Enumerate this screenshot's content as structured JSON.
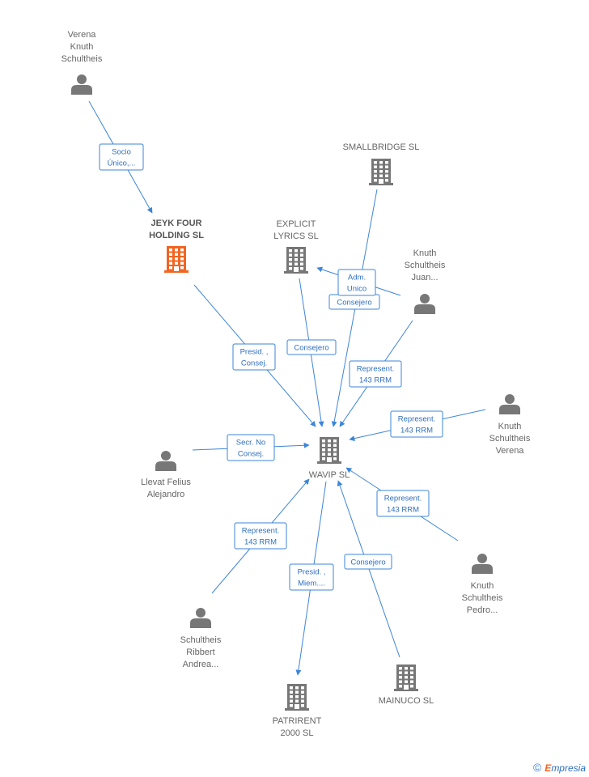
{
  "nodes": [
    {
      "id": "verena",
      "type": "person",
      "lines": [
        "Verena",
        "Knuth",
        "Schultheis"
      ]
    },
    {
      "id": "jeyk",
      "type": "company-main",
      "lines": [
        "JEYK FOUR",
        "HOLDING SL"
      ]
    },
    {
      "id": "smallbridge",
      "type": "company",
      "lines": [
        "SMALLBRIDGE SL"
      ]
    },
    {
      "id": "explicit",
      "type": "company",
      "lines": [
        "EXPLICIT",
        "LYRICS SL"
      ]
    },
    {
      "id": "knuth_juan",
      "type": "person",
      "lines": [
        "Knuth",
        "Schultheis",
        "Juan..."
      ]
    },
    {
      "id": "knuth_verena",
      "type": "person",
      "lines": [
        "Knuth",
        "Schultheis",
        "Verena"
      ]
    },
    {
      "id": "wavip",
      "type": "company",
      "lines": [
        "WAVIP SL"
      ]
    },
    {
      "id": "llevat",
      "type": "person",
      "lines": [
        "Llevat Felius",
        "Alejandro"
      ]
    },
    {
      "id": "knuth_pedro",
      "type": "person",
      "lines": [
        "Knuth",
        "Schultheis",
        "Pedro..."
      ]
    },
    {
      "id": "ribbert",
      "type": "person",
      "lines": [
        "Schultheis",
        "Ribbert",
        "Andrea..."
      ]
    },
    {
      "id": "patrirent",
      "type": "company",
      "lines": [
        "PATRIRENT",
        "2000 SL"
      ]
    },
    {
      "id": "mainuco",
      "type": "company",
      "lines": [
        "MAINUCO SL"
      ]
    }
  ],
  "edges": [
    {
      "from": "verena",
      "to": "jeyk",
      "label": [
        "Socio",
        "Único,..."
      ]
    },
    {
      "from": "jeyk",
      "to": "wavip",
      "label": [
        "Presid. ,",
        "Consej."
      ]
    },
    {
      "from": "explicit",
      "to": "wavip",
      "label": [
        "Consejero"
      ]
    },
    {
      "from": "smallbridge",
      "to": "wavip",
      "label": [
        "Consejero"
      ]
    },
    {
      "from": "knuth_juan",
      "to": "explicit",
      "label": [
        "Adm.",
        "Unico"
      ]
    },
    {
      "from": "knuth_juan",
      "to": "wavip",
      "label": [
        "Represent.",
        "143 RRM"
      ]
    },
    {
      "from": "knuth_verena",
      "to": "wavip",
      "label": [
        "Represent.",
        "143 RRM"
      ]
    },
    {
      "from": "llevat",
      "to": "wavip",
      "label": [
        "Secr.  No",
        "Consej."
      ]
    },
    {
      "from": "knuth_pedro",
      "to": "wavip",
      "label": [
        "Represent.",
        "143 RRM"
      ]
    },
    {
      "from": "ribbert",
      "to": "wavip",
      "label": [
        "Represent.",
        "143 RRM"
      ]
    },
    {
      "from": "wavip",
      "to": "patrirent",
      "label": [
        "Presid. ,",
        "Miem...."
      ]
    },
    {
      "from": "mainuco",
      "to": "wavip",
      "label": [
        "Consejero"
      ]
    }
  ],
  "colors": {
    "person": "#777777",
    "company": "#777777",
    "company_main": "#f26522",
    "edge": "#3d85d8"
  },
  "footer": {
    "symbol": "©",
    "brand_first": "E",
    "brand_rest": "mpresia"
  }
}
